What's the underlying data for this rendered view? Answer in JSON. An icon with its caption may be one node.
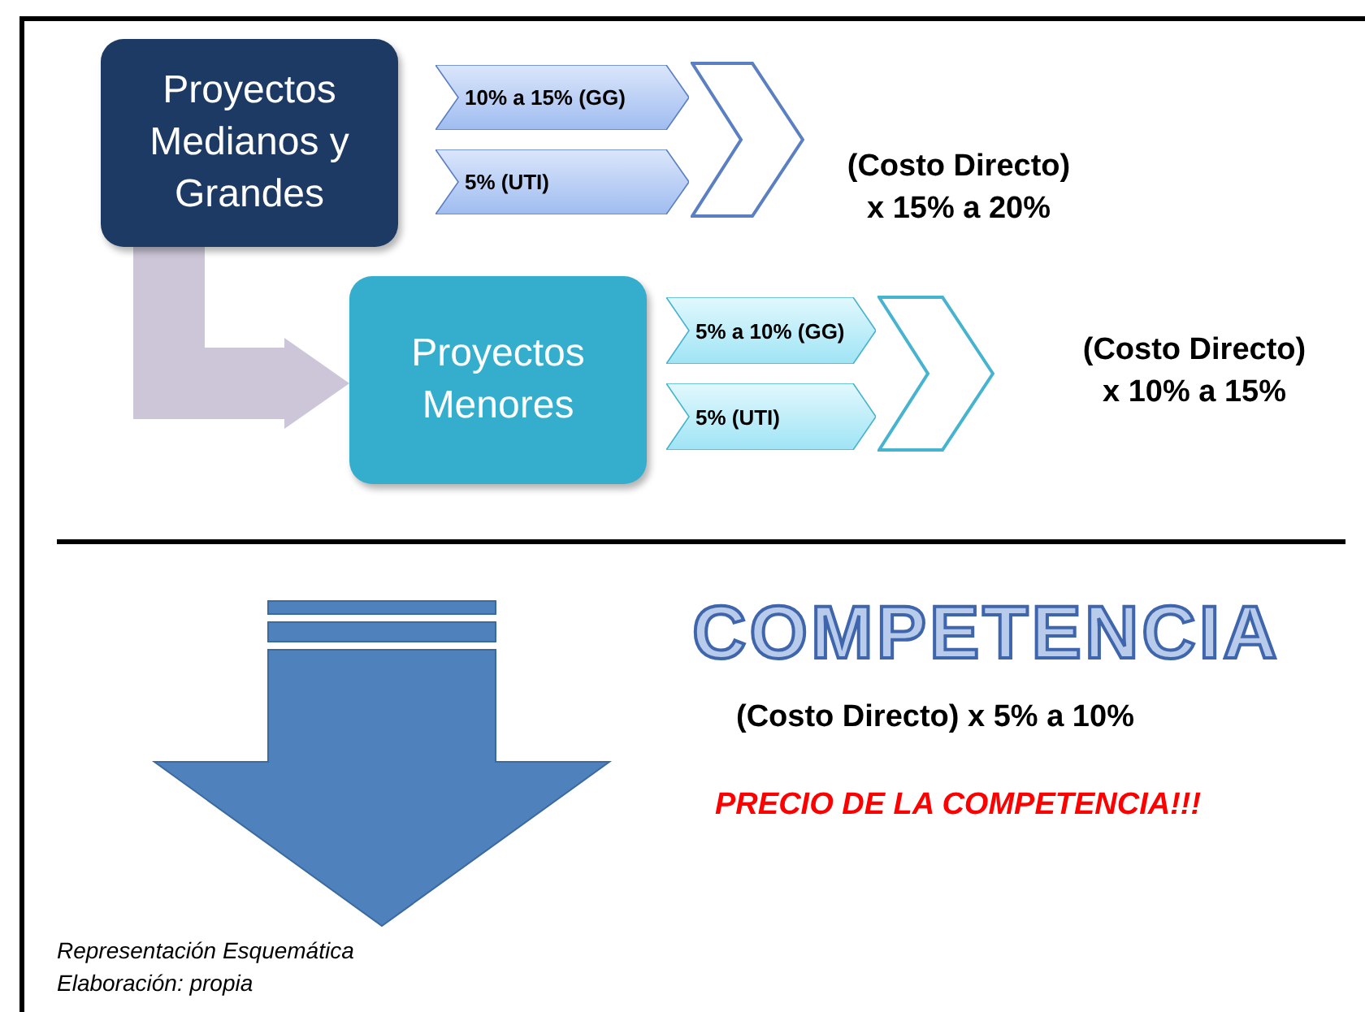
{
  "diagram": {
    "nodes": [
      {
        "text": [
          "Proyectos Medianos y Grandes"
        ]
      },
      {
        "text": [
          "Proyectos Menores"
        ]
      },
      {
        "text": [
          "10% a 15% (GG)"
        ]
      },
      {
        "text": [
          "5% (UTI)"
        ]
      },
      {
        "text": [],
        "shape": "chevron"
      },
      {
        "text": [
          "5% a 10% (GG)"
        ]
      },
      {
        "text": [
          "5% (UTI)"
        ]
      },
      {
        "text": [],
        "shape": "chevron"
      }
    ],
    "edges": [
      {
        "from": 0,
        "to": 1,
        "arrow": "to",
        "color": "#ccc6d8"
      }
    ],
    "labels": [
      "(Costo Directo) x 15% a 20%",
      "(Costo Directo) x 10% a 15%",
      "COMPETENCIA",
      "(Costo Directo) x 5% a 10%",
      "PRECIO DE LA COMPETENCIA!!!",
      "Representación Esquemática",
      "Elaboración: propia"
    ]
  }
}
